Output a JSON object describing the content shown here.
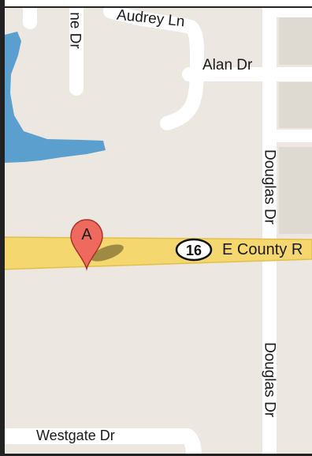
{
  "map": {
    "colors": {
      "land": "#ece8e1",
      "water": "#5b9fcf",
      "minor_road": "#ffffff",
      "major_road": "#f4d76e",
      "major_road_outline": "#e2bf4a",
      "block": "#dedad1",
      "marker_fill": "#ee6a5e",
      "marker_stroke": "#a8322a",
      "frame_border": "#222222"
    },
    "roads": {
      "audrey_ln": "Audrey Ln",
      "partial_street_top": "ne Dr",
      "alan_dr": "Alan Dr",
      "douglas_dr_north": "Douglas Dr",
      "douglas_dr_south": "Douglas Dr",
      "county_road": "E County R",
      "westgate_dr": "Westgate Dr"
    },
    "route_shield": {
      "number": "16"
    },
    "marker": {
      "letter": "A"
    }
  }
}
